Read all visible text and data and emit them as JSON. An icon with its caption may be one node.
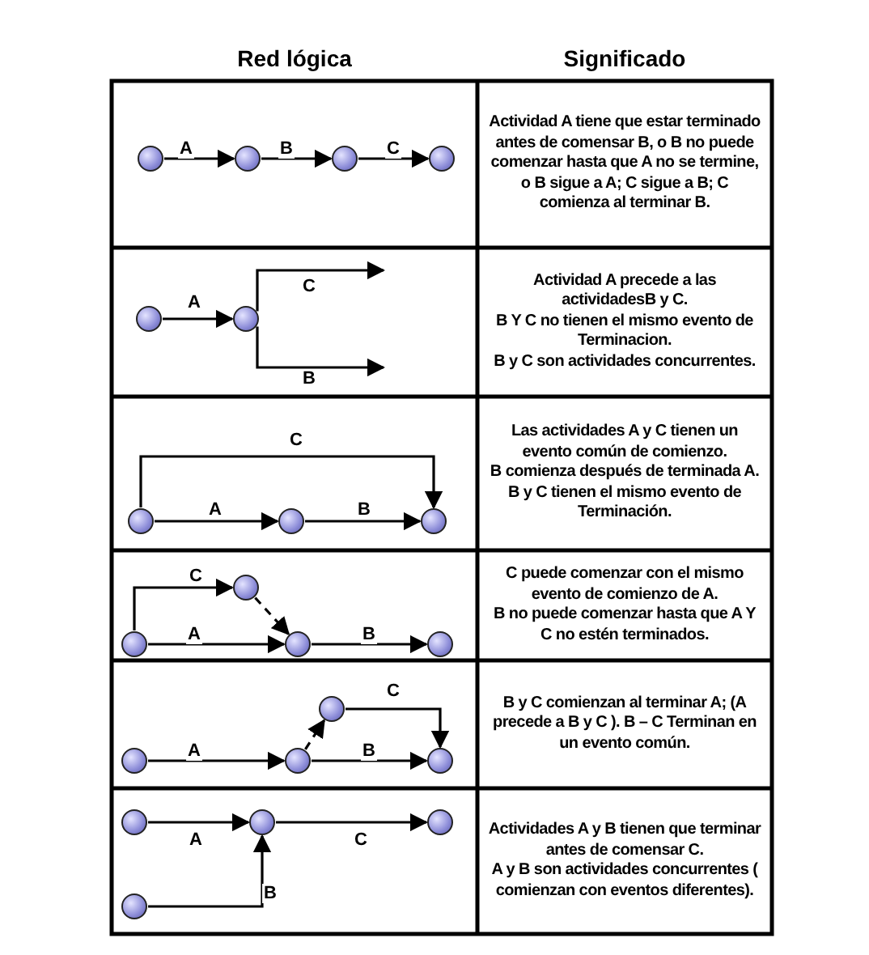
{
  "diagram": {
    "nodes": [
      {
        "text": [],
        "shape": "circle"
      },
      {
        "text": [],
        "shape": "circle"
      },
      {
        "text": [],
        "shape": "circle"
      },
      {
        "text": [],
        "shape": "circle"
      },
      {
        "text": [],
        "shape": "circle"
      },
      {
        "text": [],
        "shape": "circle"
      },
      {
        "text": [],
        "shape": "circle"
      },
      {
        "text": [],
        "shape": "circle"
      },
      {
        "text": [],
        "shape": "circle"
      },
      {
        "text": [],
        "shape": "circle"
      },
      {
        "text": [],
        "shape": "circle"
      },
      {
        "text": [],
        "shape": "circle"
      },
      {
        "text": [],
        "shape": "circle"
      },
      {
        "text": [],
        "shape": "circle"
      },
      {
        "text": [],
        "shape": "circle"
      },
      {
        "text": [],
        "shape": "circle"
      },
      {
        "text": [],
        "shape": "circle"
      },
      {
        "text": [],
        "shape": "circle"
      },
      {
        "text": [],
        "shape": "circle"
      },
      {
        "text": [],
        "shape": "circle"
      },
      {
        "text": [],
        "shape": "circle"
      }
    ],
    "edges": [
      {
        "from": 0,
        "to": 1,
        "arrow": "to",
        "label": "A"
      },
      {
        "from": 1,
        "to": 2,
        "arrow": "to",
        "label": "B"
      },
      {
        "from": 2,
        "to": 3,
        "arrow": "to",
        "label": "C"
      },
      {
        "from": 4,
        "to": 5,
        "arrow": "to",
        "label": "A"
      },
      {
        "from": 5,
        "to": null,
        "arrow": "to",
        "label": "C"
      },
      {
        "from": 5,
        "to": null,
        "arrow": "to",
        "label": "B"
      },
      {
        "from": 6,
        "to": 7,
        "arrow": "to",
        "label": "A"
      },
      {
        "from": 7,
        "to": 8,
        "arrow": "to",
        "label": "B"
      },
      {
        "from": 6,
        "to": 8,
        "arrow": "to",
        "label": "C"
      },
      {
        "from": 10,
        "to": 9,
        "arrow": "to",
        "label": "C"
      },
      {
        "from": 9,
        "to": 11,
        "arrow": "to",
        "style": "dashed"
      },
      {
        "from": 10,
        "to": 11,
        "arrow": "to",
        "label": "A"
      },
      {
        "from": 11,
        "to": 12,
        "arrow": "to",
        "label": "B"
      },
      {
        "from": 14,
        "to": 15,
        "arrow": "to",
        "label": "A"
      },
      {
        "from": 15,
        "to": 13,
        "arrow": "to",
        "style": "dashed"
      },
      {
        "from": 15,
        "to": 16,
        "arrow": "to",
        "label": "B"
      },
      {
        "from": 13,
        "to": 16,
        "arrow": "to",
        "label": "C"
      },
      {
        "from": 17,
        "to": 18,
        "arrow": "to",
        "label": "A"
      },
      {
        "from": 18,
        "to": 19,
        "arrow": "to",
        "label": "C"
      },
      {
        "from": 20,
        "to": 18,
        "arrow": "to",
        "label": "B"
      }
    ],
    "labels": [
      "Red lógica",
      "Significado",
      "Actividad A tiene que estar terminado antes de comensar B, o B no puede comenzar hasta que A no se termine, o B sigue a A; C sigue a B; C comienza al terminar B.",
      "Actividad A precede a las actividadesB y C.",
      "B Y C no tienen el mismo evento de Terminacion.",
      "B y C son actividades concurrentes.",
      "Las actividades A y C tienen un evento común de comienzo.",
      "B comienza después de terminada A.",
      "B y C tienen el mismo evento de Terminación.",
      "C puede comenzar con el mismo evento de comienzo de A.",
      "B no puede comenzar hasta que A Y C no estén terminados.",
      "B y C comienzan al terminar A; (A precede a B y C ). B – C Terminan en un evento común.",
      "Actividades A y B tienen que terminar antes de comensar C.",
      "A y B son actividades concurrentes ( comienzan con eventos diferentes)."
    ]
  }
}
